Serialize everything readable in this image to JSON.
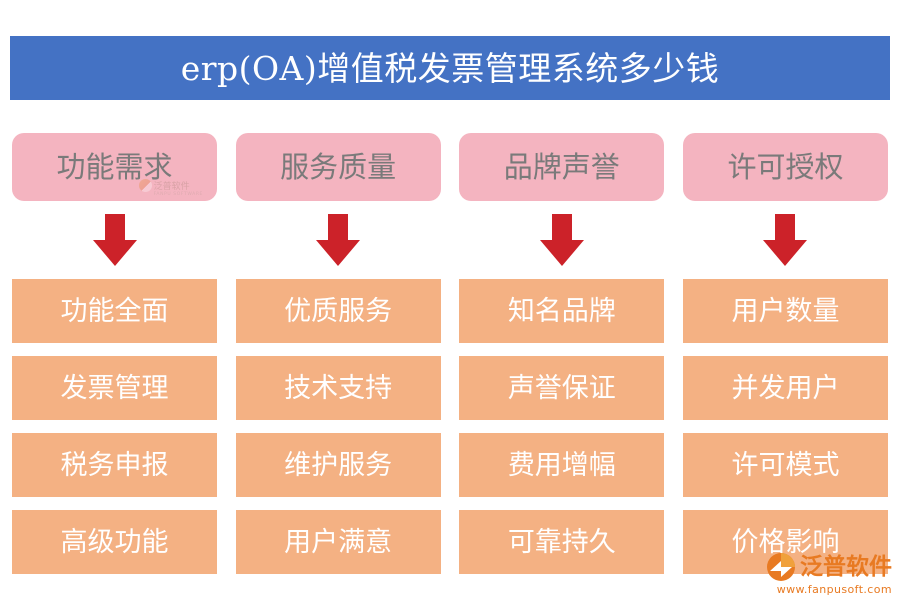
{
  "header": {
    "title": "erp(OA)增值税发票管理系统多少钱",
    "background_color": "#4472C4",
    "text_color": "#FFFFFF"
  },
  "theme": {
    "page_background": "#FFFFFF",
    "chip_color": "#F4B4C0",
    "chip_text_color": "#7A7A7A",
    "cell_color": "#F4B183",
    "cell_text_color": "#FFFFFF",
    "arrow_color": "#CC2229"
  },
  "columns": [
    {
      "chip_label": "功能需求",
      "arrow": "arrow-down-icon",
      "cells": [
        "功能全面",
        "发票管理",
        "税务申报",
        "高级功能"
      ]
    },
    {
      "chip_label": "服务质量",
      "arrow": "arrow-down-icon",
      "cells": [
        "优质服务",
        "技术支持",
        "维护服务",
        "用户满意"
      ]
    },
    {
      "chip_label": "品牌声誉",
      "arrow": "arrow-down-icon",
      "cells": [
        "知名品牌",
        "声誉保证",
        "费用增幅",
        "可靠持久"
      ]
    },
    {
      "chip_label": "许可授权",
      "arrow": "arrow-down-icon",
      "cells": [
        "用户数量",
        "并发用户",
        "许可模式",
        "价格影响"
      ]
    }
  ],
  "watermarks": {
    "chip_brand_name": "泛普软件",
    "chip_brand_sub": "FANPU SOFTWARE",
    "corner_brand_name": "泛普软件",
    "corner_brand_url": "www.fanpusoft.com",
    "brand_color": "#E87A22"
  }
}
